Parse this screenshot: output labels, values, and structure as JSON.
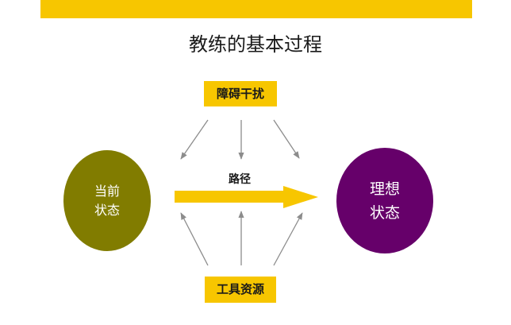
{
  "colors": {
    "accent_yellow": "#F7C600",
    "current_state_fill": "#817C00",
    "ideal_state_fill": "#66006A",
    "thin_arrow": "#8C8C8C"
  },
  "diagram": {
    "title": "教练的基本过程",
    "obstacle_label": "障碍干扰",
    "resource_label": "工具资源",
    "path_label": "路径",
    "current_state": {
      "line1": "当前",
      "line2": "状态"
    },
    "ideal_state": {
      "line1": "理想",
      "line2": "状态"
    }
  }
}
